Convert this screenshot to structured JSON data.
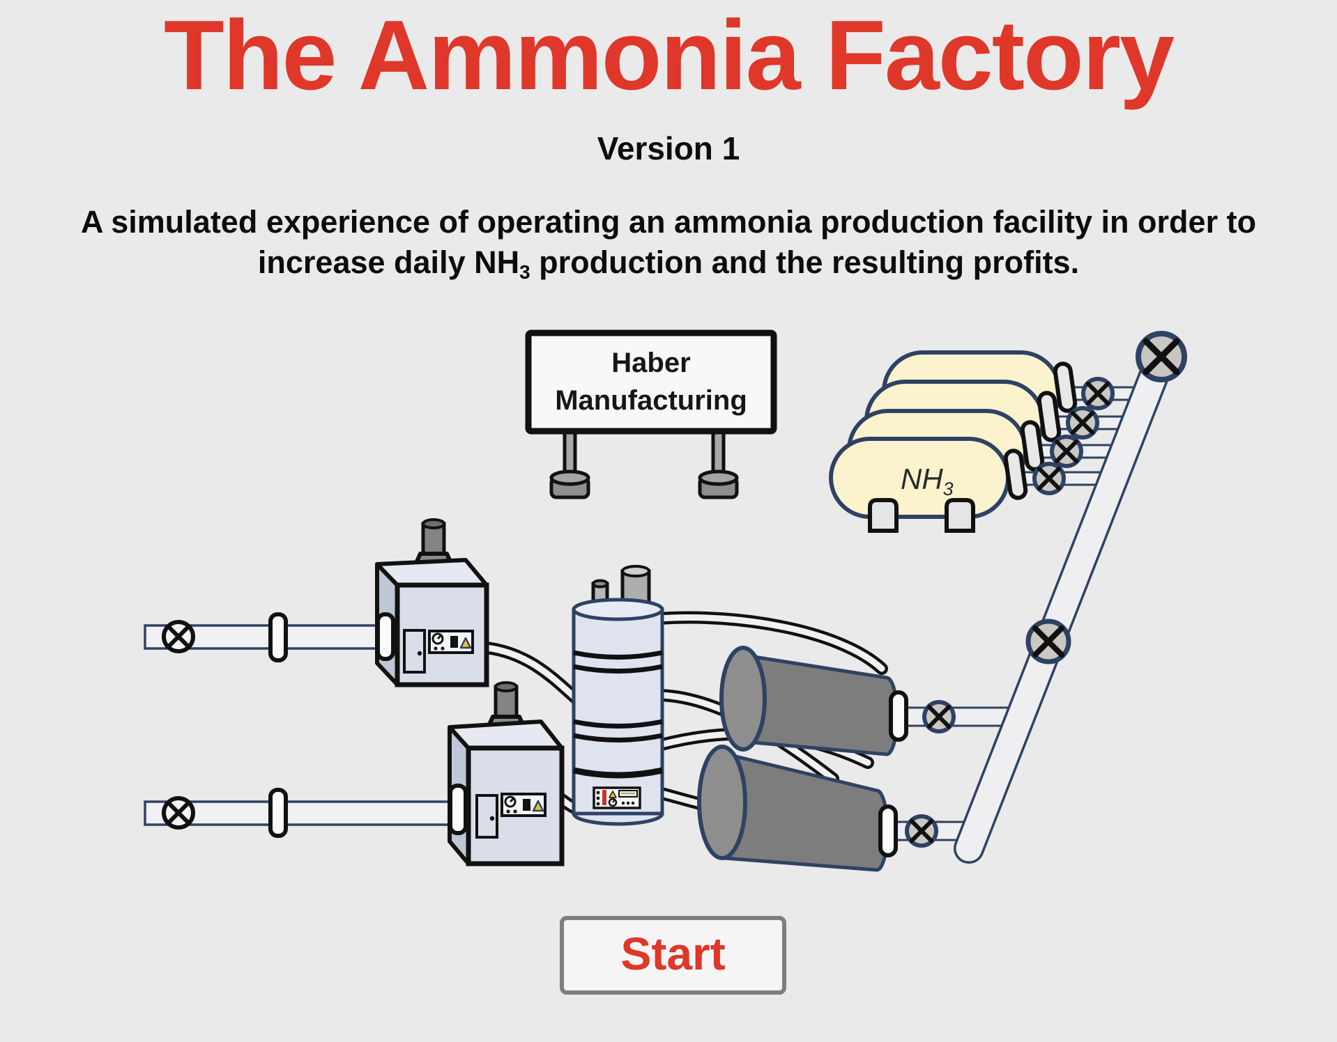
{
  "page": {
    "background": "#EAEAEA"
  },
  "header": {
    "title": "The Ammonia Factory",
    "title_color": "#DF3729",
    "version": "Version 1",
    "description_line1": "A simulated experience of operating an ammonia production facility in order to",
    "description_line2_pre": "increase daily NH",
    "description_line2_sub": "3",
    "description_line2_post": " production and the resulting profits."
  },
  "illustration": {
    "sign_line1": "Haber",
    "sign_line2": "Manufacturing",
    "tank_label": "NH",
    "tank_label_sub": "3",
    "tank_color": "#FBF3CD",
    "outline_color": "#2E4263",
    "metal_gray": "#7D7D7D"
  },
  "start": {
    "label": "Start",
    "label_color": "#DF3729",
    "border_color": "#7E7E7E",
    "background": "#F5F5F5"
  }
}
